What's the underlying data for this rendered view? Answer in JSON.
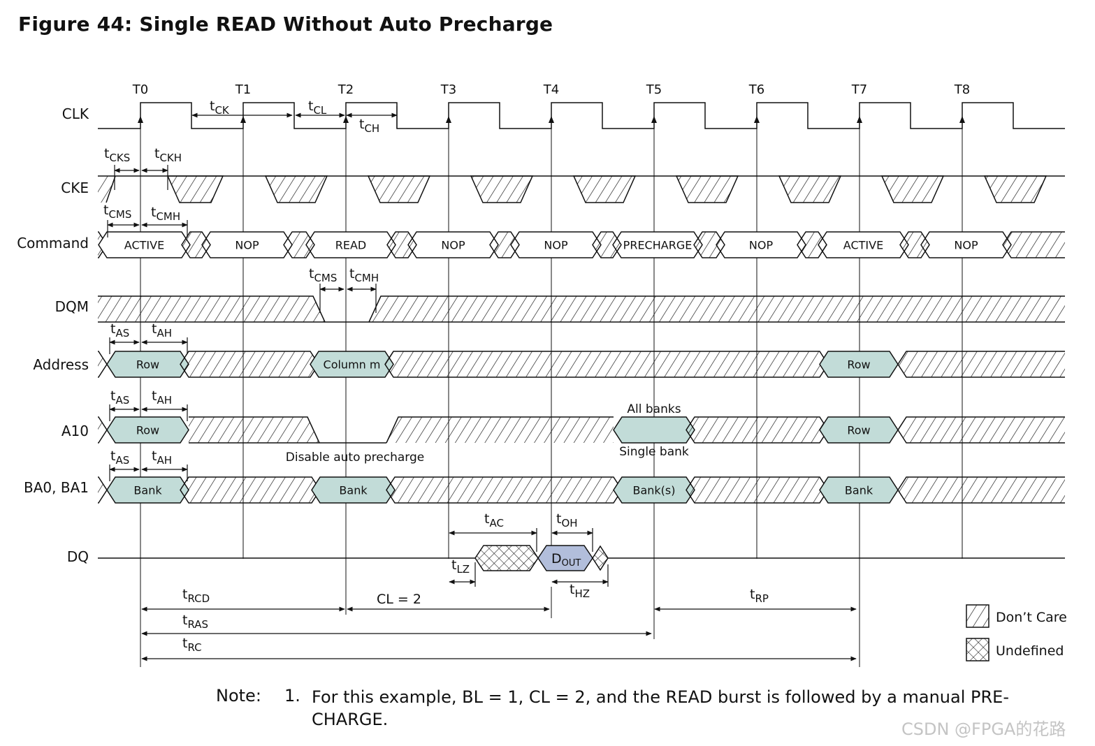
{
  "title": "Figure 44: Single READ Without Auto Precharge",
  "clock_labels": [
    "T0",
    "T1",
    "T2",
    "T3",
    "T4",
    "T5",
    "T6",
    "T7",
    "T8"
  ],
  "signals": {
    "clk": "CLK",
    "cke": "CKE",
    "command": "Command",
    "dqm": "DQM",
    "address": "Address",
    "a10": "A10",
    "ba": "BA0, BA1",
    "dq": "DQ"
  },
  "commands": [
    "ACTIVE",
    "NOP",
    "READ",
    "NOP",
    "NOP",
    "PRECHARGE",
    "NOP",
    "ACTIVE",
    "NOP"
  ],
  "address_boxes": [
    "Row",
    "Column m",
    "Row"
  ],
  "a10_boxes": [
    "Row",
    "Row"
  ],
  "a10_precharge_box": "",
  "ba_boxes": [
    "Bank",
    "Bank",
    "Bank(s)",
    "Bank"
  ],
  "dq_box": {
    "main": "D",
    "sub": "OUT"
  },
  "annotations": {
    "all_banks": "All banks",
    "single_bank": "Single bank",
    "disable_auto_precharge": "Disable auto precharge"
  },
  "timing": {
    "tck": {
      "t": "t",
      "sub": "CK"
    },
    "tcl": {
      "t": "t",
      "sub": "CL"
    },
    "tch": {
      "t": "t",
      "sub": "CH"
    },
    "tcks": {
      "t": "t",
      "sub": "CKS"
    },
    "tckh": {
      "t": "t",
      "sub": "CKH"
    },
    "tcms": {
      "t": "t",
      "sub": "CMS"
    },
    "tcmh": {
      "t": "t",
      "sub": "CMH"
    },
    "tcms2": {
      "t": "t",
      "sub": "CMS"
    },
    "tcmh2": {
      "t": "t",
      "sub": "CMH"
    },
    "tas1": {
      "t": "t",
      "sub": "AS"
    },
    "tah1": {
      "t": "t",
      "sub": "AH"
    },
    "tas2": {
      "t": "t",
      "sub": "AS"
    },
    "tah2": {
      "t": "t",
      "sub": "AH"
    },
    "tas3": {
      "t": "t",
      "sub": "AS"
    },
    "tah3": {
      "t": "t",
      "sub": "AH"
    },
    "tac": {
      "t": "t",
      "sub": "AC"
    },
    "toh": {
      "t": "t",
      "sub": "OH"
    },
    "tlz": {
      "t": "t",
      "sub": "LZ"
    },
    "thz": {
      "t": "t",
      "sub": "HZ"
    },
    "trcd": {
      "t": "t",
      "sub": "RCD"
    },
    "cl": "CL = 2",
    "tras": {
      "t": "t",
      "sub": "RAS"
    },
    "trc": {
      "t": "t",
      "sub": "RC"
    },
    "trp": {
      "t": "t",
      "sub": "RP"
    }
  },
  "legend": {
    "dont_care": "Don’t Care",
    "undefined": "Undefined"
  },
  "note": {
    "label": "Note:",
    "number": "1.",
    "text": "For this example, BL = 1, CL = 2, and the READ burst is followed by a manual PRE-CHARGE."
  },
  "watermark": "CSDN @FPGA的花路",
  "colors": {
    "box_fill": "#c2dcd8",
    "dout_fill": "#b2bedb",
    "line": "#111111"
  }
}
